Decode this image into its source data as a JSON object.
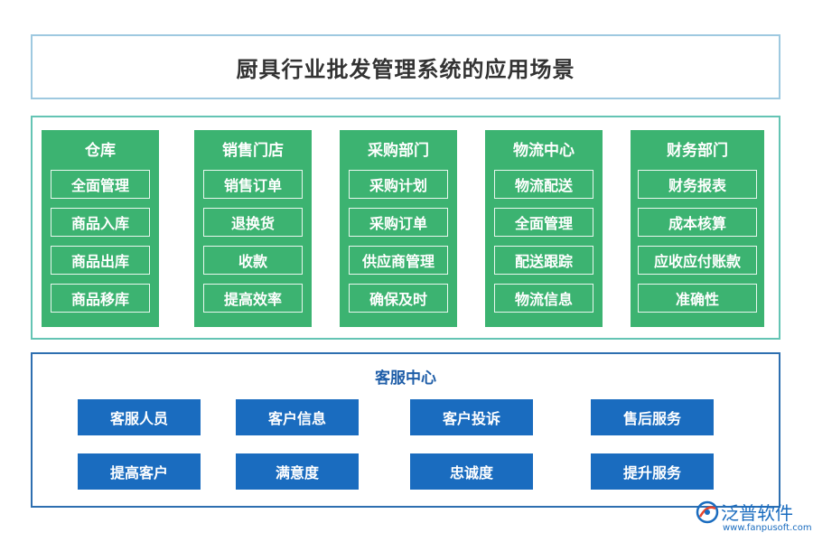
{
  "title": "厨具行业批发管理系统的应用场景",
  "departments": [
    {
      "name": "仓库",
      "items": [
        "全面管理",
        "商品入库",
        "商品出库",
        "商品移库"
      ]
    },
    {
      "name": "销售门店",
      "items": [
        "销售订单",
        "退换货",
        "收款",
        "提高效率"
      ]
    },
    {
      "name": "采购部门",
      "items": [
        "采购计划",
        "采购订单",
        "供应商管理",
        "确保及时"
      ]
    },
    {
      "name": "物流中心",
      "items": [
        "物流配送",
        "全面管理",
        "配送跟踪",
        "物流信息"
      ]
    },
    {
      "name": "财务部门",
      "items": [
        "财务报表",
        "成本核算",
        "应收应付账款",
        "准确性"
      ]
    }
  ],
  "service_center": {
    "title": "客服中心",
    "row1": [
      "客服人员",
      "客户信息",
      "客户投诉",
      "售后服务"
    ],
    "row2": [
      "提高客户",
      "满意度",
      "忠诚度",
      "提升服务"
    ]
  },
  "logo": {
    "name": "泛普软件",
    "url": "www.fanpusoft.com"
  },
  "colors": {
    "department": "#3cb371",
    "service_button": "#1a6cbf",
    "service_title": "#1f5ea8"
  }
}
